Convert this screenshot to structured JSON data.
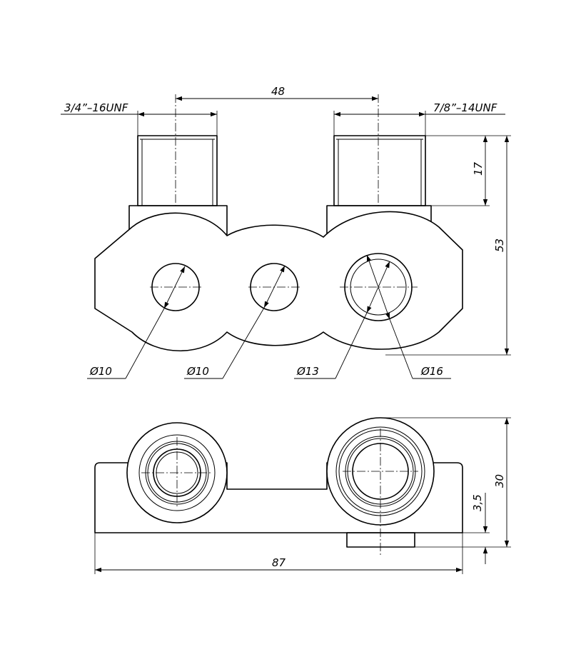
{
  "top_view": {
    "thread_left": "3/4”–16UNF",
    "thread_right": "7/8”–14UNF",
    "dim_port_spacing": "48",
    "dim_thread_length": "17",
    "dim_total_height": "53",
    "hole_1": "Ø10",
    "hole_2": "Ø10",
    "hole_3_inner": "Ø13",
    "hole_3_outer": "Ø16"
  },
  "side_view": {
    "dim_height": "30",
    "dim_step": "3,5",
    "dim_length": "87"
  }
}
